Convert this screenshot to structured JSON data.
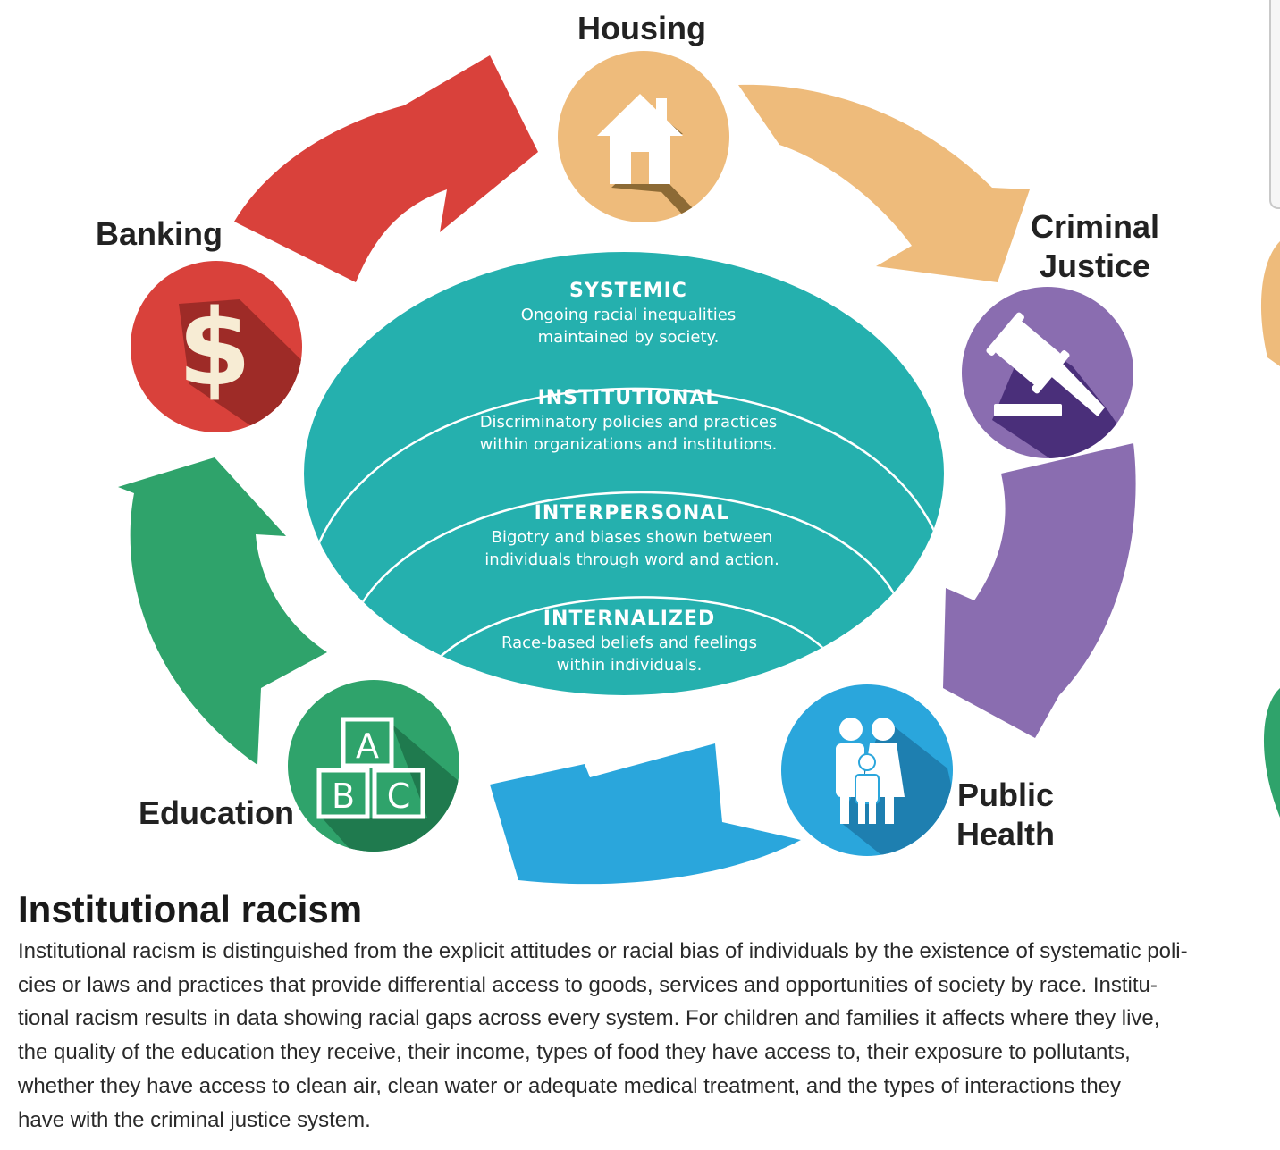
{
  "diagram": {
    "cycle_nodes": [
      {
        "id": "housing",
        "label": "Housing",
        "icon": "house-icon",
        "color": "#eebb7b"
      },
      {
        "id": "criminal-justice",
        "label": "Criminal Justice",
        "icon": "gavel-icon",
        "color": "#8a6db0"
      },
      {
        "id": "public-health",
        "label": "Public Health",
        "icon": "family-icon",
        "color": "#2aa6dc"
      },
      {
        "id": "education",
        "label": "Education",
        "icon": "abc-blocks-icon",
        "color": "#2fa36b"
      },
      {
        "id": "banking",
        "label": "Banking",
        "icon": "dollar-icon",
        "color": "#d9413b"
      }
    ],
    "labels": {
      "housing": "Housing",
      "criminal_justice": [
        "Criminal",
        "Justice"
      ],
      "public_health": [
        "Public",
        "Health"
      ],
      "education": "Education",
      "banking": "Banking"
    },
    "icons": {
      "dollar_glyph": "$",
      "blocks": [
        "A",
        "B",
        "C"
      ]
    },
    "levels": [
      {
        "title": "SYSTEMIC",
        "desc": [
          "Ongoing racial inequalities",
          "maintained by society."
        ]
      },
      {
        "title": "INSTITUTIONAL",
        "desc": [
          "Discriminatory policies and practices",
          "within organizations and institutions."
        ]
      },
      {
        "title": "INTERPERSONAL",
        "desc": [
          "Bigotry and biases shown between",
          "individuals through word and action."
        ]
      },
      {
        "title": "INTERNALIZED",
        "desc": [
          "Race-based beliefs and feelings",
          "within individuals."
        ]
      }
    ],
    "colors": {
      "oval": "#25b0ae",
      "banking": "#d9413b",
      "housing": "#eebb7b",
      "criminal_justice": "#8a6db0",
      "public_health": "#2aa6dc",
      "education": "#2fa36b"
    }
  },
  "caption": {
    "title": "Institutional racism",
    "body_lines": [
      "Institutional racism is distinguished from the explicit attitudes or racial bias of individuals by the existence of systematic poli-",
      "cies or laws and practices that provide differential access to goods, services and opportunities of society by race. Institu-",
      "tional racism results in data showing racial gaps across every system. For children and families it affects where they live,",
      "the quality of the education they receive, their income, types of food they have access to, their exposure to pollutants,",
      "whether they have access to clean air, clean water or adequate medical treatment, and the types of interactions they",
      "have with the criminal justice system."
    ]
  }
}
